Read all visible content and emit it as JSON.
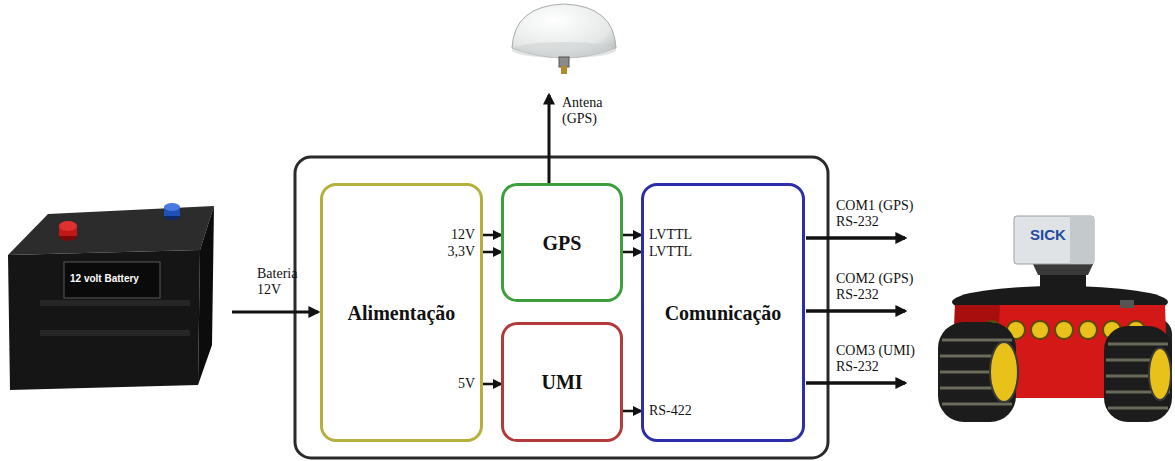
{
  "diagram": {
    "nodes": [
      {
        "text": [
          "Alimentação"
        ]
      },
      {
        "text": [
          "GPS"
        ]
      },
      {
        "text": [
          "UMI"
        ]
      },
      {
        "text": [
          "Comunicação"
        ]
      }
    ],
    "edges": [
      {
        "from": 0,
        "to": 1,
        "arrow": "to",
        "label": "12V"
      },
      {
        "from": 0,
        "to": 1,
        "arrow": "to",
        "label": "3,3V"
      },
      {
        "from": 0,
        "to": 2,
        "arrow": "to",
        "label": "5V"
      },
      {
        "from": 1,
        "to": 3,
        "arrow": "to",
        "label": "LVTTL"
      },
      {
        "from": 1,
        "to": 3,
        "arrow": "to",
        "label": "LVTTL"
      },
      {
        "from": 2,
        "to": 3,
        "arrow": "to",
        "label": "RS-422"
      }
    ],
    "labels": [
      "Antena (GPS)",
      "Bateria 12V",
      "COM1 (GPS) RS-232",
      "COM2 (GPS) RS-232",
      "COM3 (UMI) RS-232",
      "12 volt Battery",
      "SICK"
    ]
  }
}
